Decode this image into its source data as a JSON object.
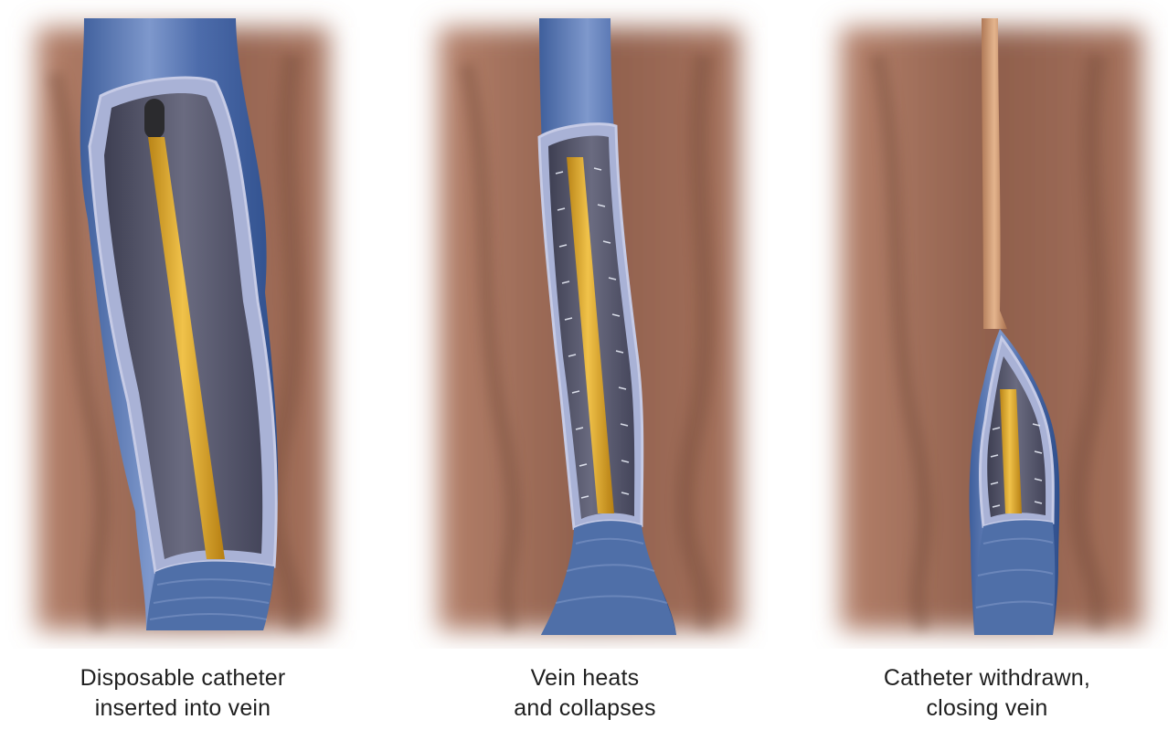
{
  "panels": [
    {
      "caption_line1": "Disposable catheter",
      "caption_line2": "inserted into vein"
    },
    {
      "caption_line1": "Vein heats",
      "caption_line2": "and collapses"
    },
    {
      "caption_line1": "Catheter withdrawn,",
      "caption_line2": "closing vein"
    }
  ],
  "colors": {
    "tissue": "#9a6a55",
    "vein_blue": "#4f6fa8",
    "vein_wall": "#a9b2d6",
    "lumen": "#5c5d72",
    "catheter": "#e2ad2e"
  },
  "icons": [
    "vein-illustration",
    "catheter",
    "heat-arrows"
  ]
}
